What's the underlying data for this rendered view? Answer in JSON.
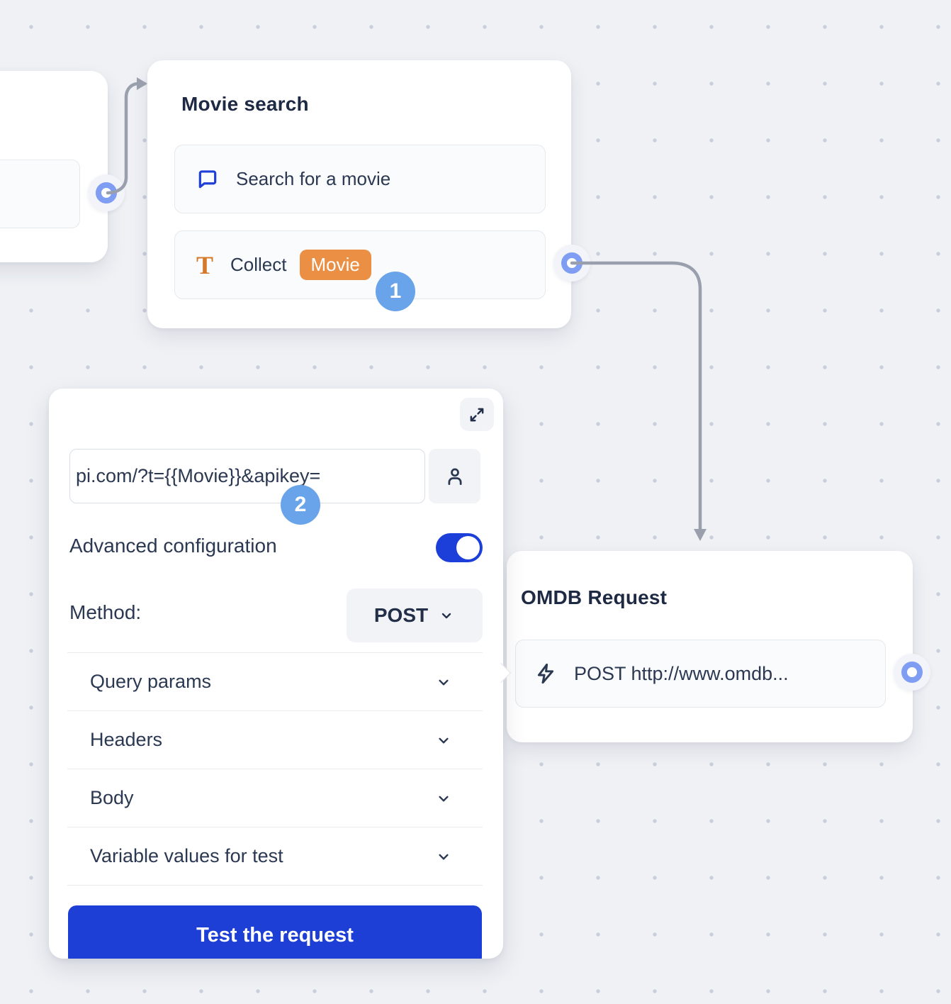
{
  "canvas": {
    "background_color": "#EFF1F5",
    "dot_color": "#C8CEDA"
  },
  "nodes": {
    "movie_search": {
      "title": "Movie search",
      "rows": [
        {
          "icon": "chat-bubble-icon",
          "label": "Search for a movie"
        },
        {
          "icon": "text-input-icon",
          "label": "Collect",
          "variable_badge": "Movie"
        }
      ],
      "step_badge": "1"
    },
    "omdb_request": {
      "title": "OMDB Request",
      "rows": [
        {
          "icon": "lightning-icon",
          "label": "POST http://www.omdb..."
        }
      ]
    }
  },
  "panel": {
    "url_value": "pi.com/?t={{Movie}}&apikey=",
    "step_badge": "2",
    "advanced_configuration_label": "Advanced configuration",
    "advanced_configuration_enabled": true,
    "method_label": "Method:",
    "method_value": "POST",
    "sections": [
      {
        "label": "Query params"
      },
      {
        "label": "Headers"
      },
      {
        "label": "Body"
      },
      {
        "label": "Variable values for test"
      }
    ],
    "test_button_label": "Test the request"
  },
  "colors": {
    "accent_blue": "#1E3FD6",
    "icon_blue": "#1F3FD8",
    "badge_blue": "#69A4EA",
    "port_blue": "#7E9DF3",
    "variable_orange": "#EA8F43",
    "connector_gray": "#999FAC",
    "text_navy": "#2B3852"
  }
}
